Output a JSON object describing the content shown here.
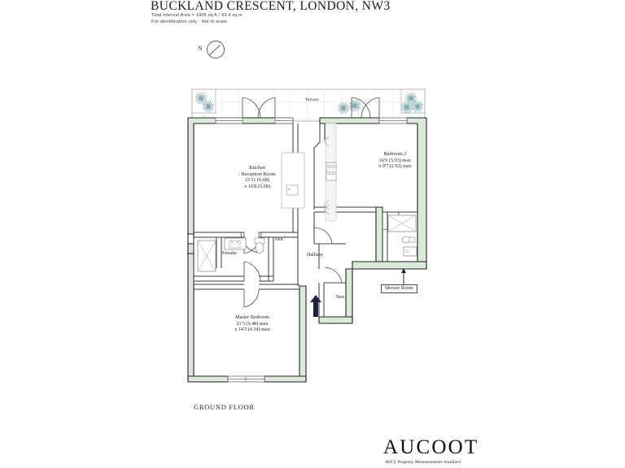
{
  "document": {
    "title": "BUCKLAND CRESCENT, LONDON, NW3",
    "area_note": "Total Internal Area = 1005 sq ft / 93.4 sq m",
    "disclaimer": "For identification only - Not to scale",
    "floor_caption": "GROUND FLOOR"
  },
  "compass": {
    "label": "N",
    "icon": "compass-rose-icon"
  },
  "plan": {
    "wall_fill": "#dbeada",
    "wall_stroke": "#222222",
    "thin_stroke": "#8a8a8a",
    "terrace_grid": "#c9d3d7",
    "plant_color": "#7fa6ae",
    "arrow_color": "#1b2340",
    "rooms": [
      {
        "id": "kitchen",
        "name_line1": "Kitchen",
        "name_line2": "/ Reception Room",
        "dim_line1": "21'11 (6.68)",
        "dim_line2": "x 16'8 (5.08)"
      },
      {
        "id": "bedroom-2",
        "name_line1": "Bedroom 2",
        "dim_line1": "16'6 (5.03) max",
        "dim_line2": "x 9'7 (2.92) max"
      },
      {
        "id": "master-bedroom",
        "name_line1": "Master Bedroom",
        "dim_line1": "21'3 (6.48) max",
        "dim_line2": "x 14'3 (4.34) max"
      }
    ],
    "minor_labels": {
      "ensuite": "Ensuite",
      "storage_1": "Stor.",
      "storage_2": "Stor.",
      "hallway": "Hallway",
      "terrace": "Terrace"
    },
    "callouts": {
      "shower_room": "Shower Room"
    }
  },
  "footer": {
    "brand": "AUCOOT",
    "standard": "RICS Property Measurements Standard"
  }
}
